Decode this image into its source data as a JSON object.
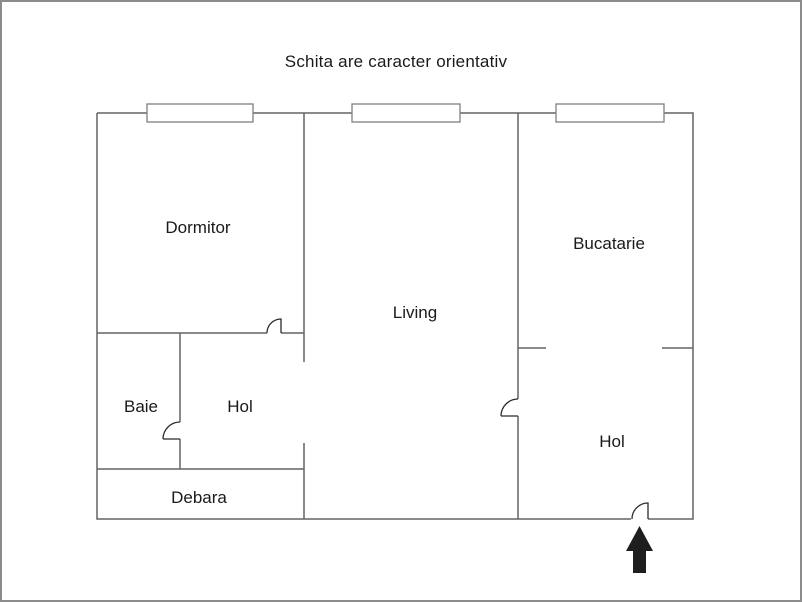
{
  "title": "Schita are caracter orientativ",
  "rooms": [
    {
      "id": "dormitor",
      "label": "Dormitor"
    },
    {
      "id": "living",
      "label": "Living"
    },
    {
      "id": "bucatarie",
      "label": "Bucatarie"
    },
    {
      "id": "baie",
      "label": "Baie"
    },
    {
      "id": "hol-mic",
      "label": "Hol"
    },
    {
      "id": "debara",
      "label": "Debara"
    },
    {
      "id": "hol-intrare",
      "label": "Hol"
    }
  ],
  "icons": {
    "entrance_arrow": "up-arrow marking apartment entrance"
  },
  "colors": {
    "background": "#ffffff",
    "walls": "#646464",
    "windows_fill": "#ffffff",
    "doors": "#2b2b2b",
    "text": "#1a1a1a",
    "outer_border": "#8c8c8c",
    "arrow": "#1e1e1e"
  }
}
